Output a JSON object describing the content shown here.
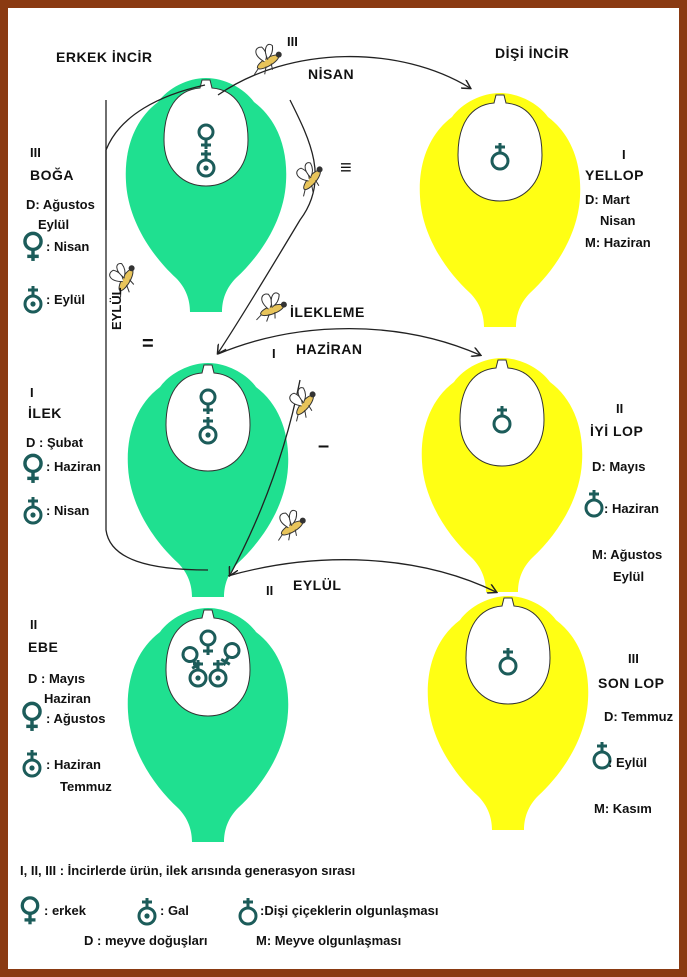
{
  "colors": {
    "frame": "#8a3a12",
    "male_fig": "#1fe090",
    "female_fig": "#ffff14",
    "symbol": "#1c5c5a",
    "wasp_body": "#e8c45a",
    "line": "#222222"
  },
  "headings": {
    "male": "ERKEK İNCİR",
    "female": "DİŞİ İNCİR"
  },
  "roman": {
    "i": "I",
    "ii": "II",
    "iii": "III"
  },
  "arrows": {
    "nisan": "NİSAN",
    "ilekleme": "İLEKLEME",
    "haziran": "HAZİRAN",
    "eylul": "EYLÜL",
    "eylul_vertical": "EYLÜL"
  },
  "marks": {
    "triple": "≡",
    "double": "=",
    "single": "–"
  },
  "male": {
    "boga": {
      "roman": "III",
      "name": "BOĞA",
      "d": "D: Ağustos",
      "d2": "Eylül",
      "male": ": Nisan",
      "gal": ": Eylül"
    },
    "ilek": {
      "roman": "I",
      "name": "İLEK",
      "d": "D  : Şubat",
      "male": ": Haziran",
      "gal": ": Nisan"
    },
    "ebe": {
      "roman": "II",
      "name": "EBE",
      "d": "D  : Mayıs",
      "d2": "Haziran",
      "male": ": Ağustos",
      "gal": ": Haziran",
      "gal2": "Temmuz"
    }
  },
  "female": {
    "yellop": {
      "roman": "I",
      "name": "YELLOP",
      "d": "D: Mart",
      "d2": "Nisan",
      "m": "M: Haziran"
    },
    "iyilop": {
      "roman": "II",
      "name": "İYİ LOP",
      "d": "D: Mayıs",
      "f": ": Haziran",
      "m": "M: Ağustos",
      "m2": "Eylül"
    },
    "sonlop": {
      "roman": "III",
      "name": "SON LOP",
      "d": "D: Temmuz",
      "f": ": Eylül",
      "m": "M: Kasım"
    }
  },
  "legend": {
    "line1": "I, II, III  : İncirlerde ürün, ilek arısında generasyon sırası",
    "erkek": ": erkek",
    "gal": ": Gal",
    "disi": ":Dişi çiçeklerin  olgunlaşması",
    "d": "D  : meyve doğuşları",
    "m": "M: Meyve olgunlaşması"
  }
}
